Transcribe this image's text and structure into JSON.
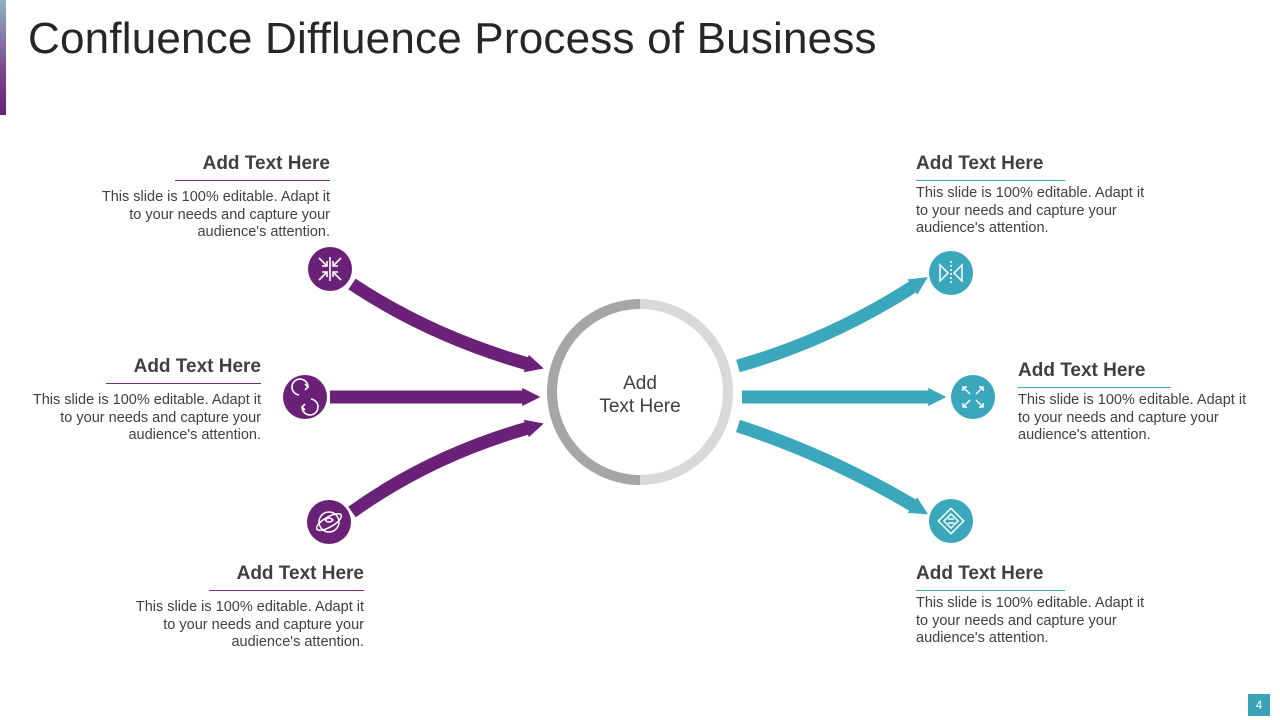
{
  "title": "Confluence Diffluence Process of Business",
  "center": {
    "line1": "Add",
    "line2": "Text Here"
  },
  "colors": {
    "purple": "#6b2178",
    "teal": "#3ba7bd",
    "ring_dark": "#a6a6a6",
    "ring_light": "#d9d9d9"
  },
  "left_items": [
    {
      "heading": "Add Text Here",
      "text": [
        "This slide is 100% editable. Adapt it",
        "to your needs and capture your",
        "audience's attention."
      ],
      "icon": "compress-arrows-icon"
    },
    {
      "heading": "Add Text Here",
      "text": [
        "This slide is 100% editable. Adapt it",
        "to your needs and capture your",
        "audience's attention."
      ],
      "icon": "circular-arrows-icon"
    },
    {
      "heading": "Add Text Here",
      "text": [
        "This slide is 100% editable. Adapt it",
        "to your needs and capture your",
        "audience's attention."
      ],
      "icon": "globe-icon"
    }
  ],
  "right_items": [
    {
      "heading": "Add Text Here",
      "text": [
        "This slide is 100% editable. Adapt it",
        "to your needs and capture your",
        "audience's attention."
      ],
      "icon": "mirror-triangles-icon"
    },
    {
      "heading": "Add Text Here",
      "text": [
        "This slide is 100% editable. Adapt it",
        "to your needs and capture your",
        "audience's attention."
      ],
      "icon": "scatter-arrows-icon"
    },
    {
      "heading": "Add Text Here",
      "text": [
        "This slide is 100% editable. Adapt it",
        "to your needs and capture your",
        "audience's attention."
      ],
      "icon": "document-stack-icon"
    }
  ],
  "page_number": "4"
}
